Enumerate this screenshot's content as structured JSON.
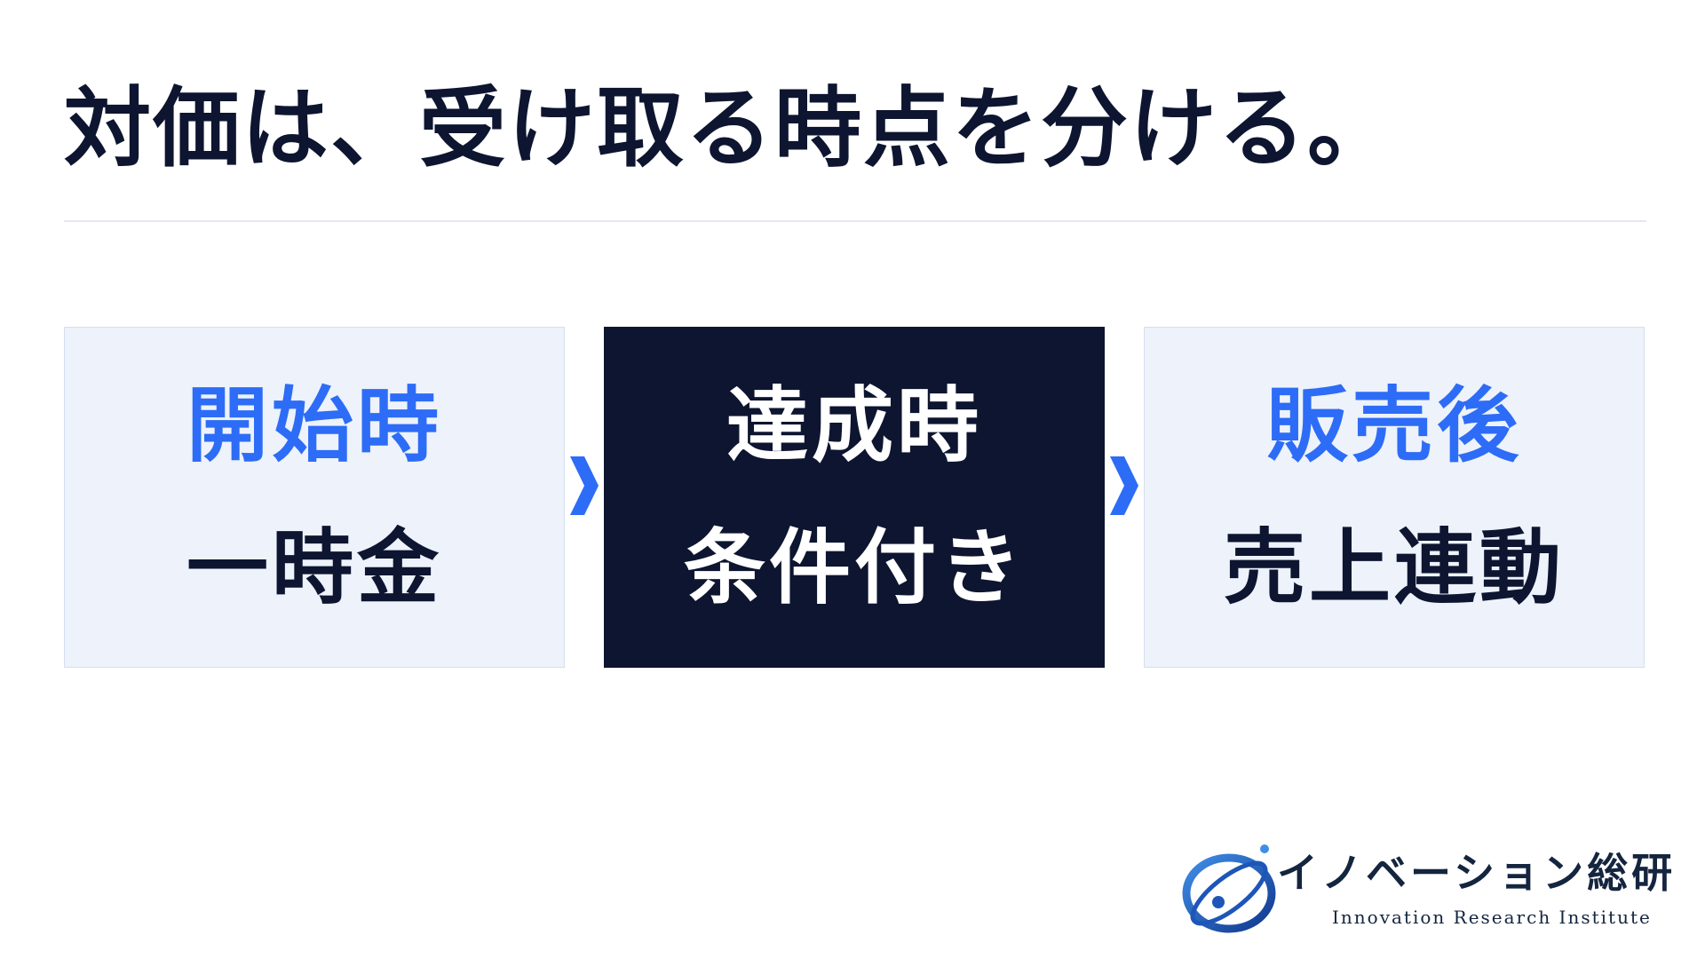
{
  "slide": {
    "title": "対価は、受け取る時点を分ける。"
  },
  "steps": [
    {
      "label": "開始時",
      "value": "一時金"
    },
    {
      "label": "達成時",
      "value": "条件付き"
    },
    {
      "label": "販売後",
      "value": "売上連動"
    }
  ],
  "icons": {
    "step_arrow": "chevron-right-icon",
    "logo_mark": "orbit-globe-icon"
  },
  "colors": {
    "accent": "#2d6cf6",
    "dark": "#0d1530",
    "card_bg": "#edf2fb",
    "divider": "#e4e9f0"
  },
  "logo": {
    "name": "イノベーション総研",
    "subtitle": "Innovation Research Institute"
  }
}
